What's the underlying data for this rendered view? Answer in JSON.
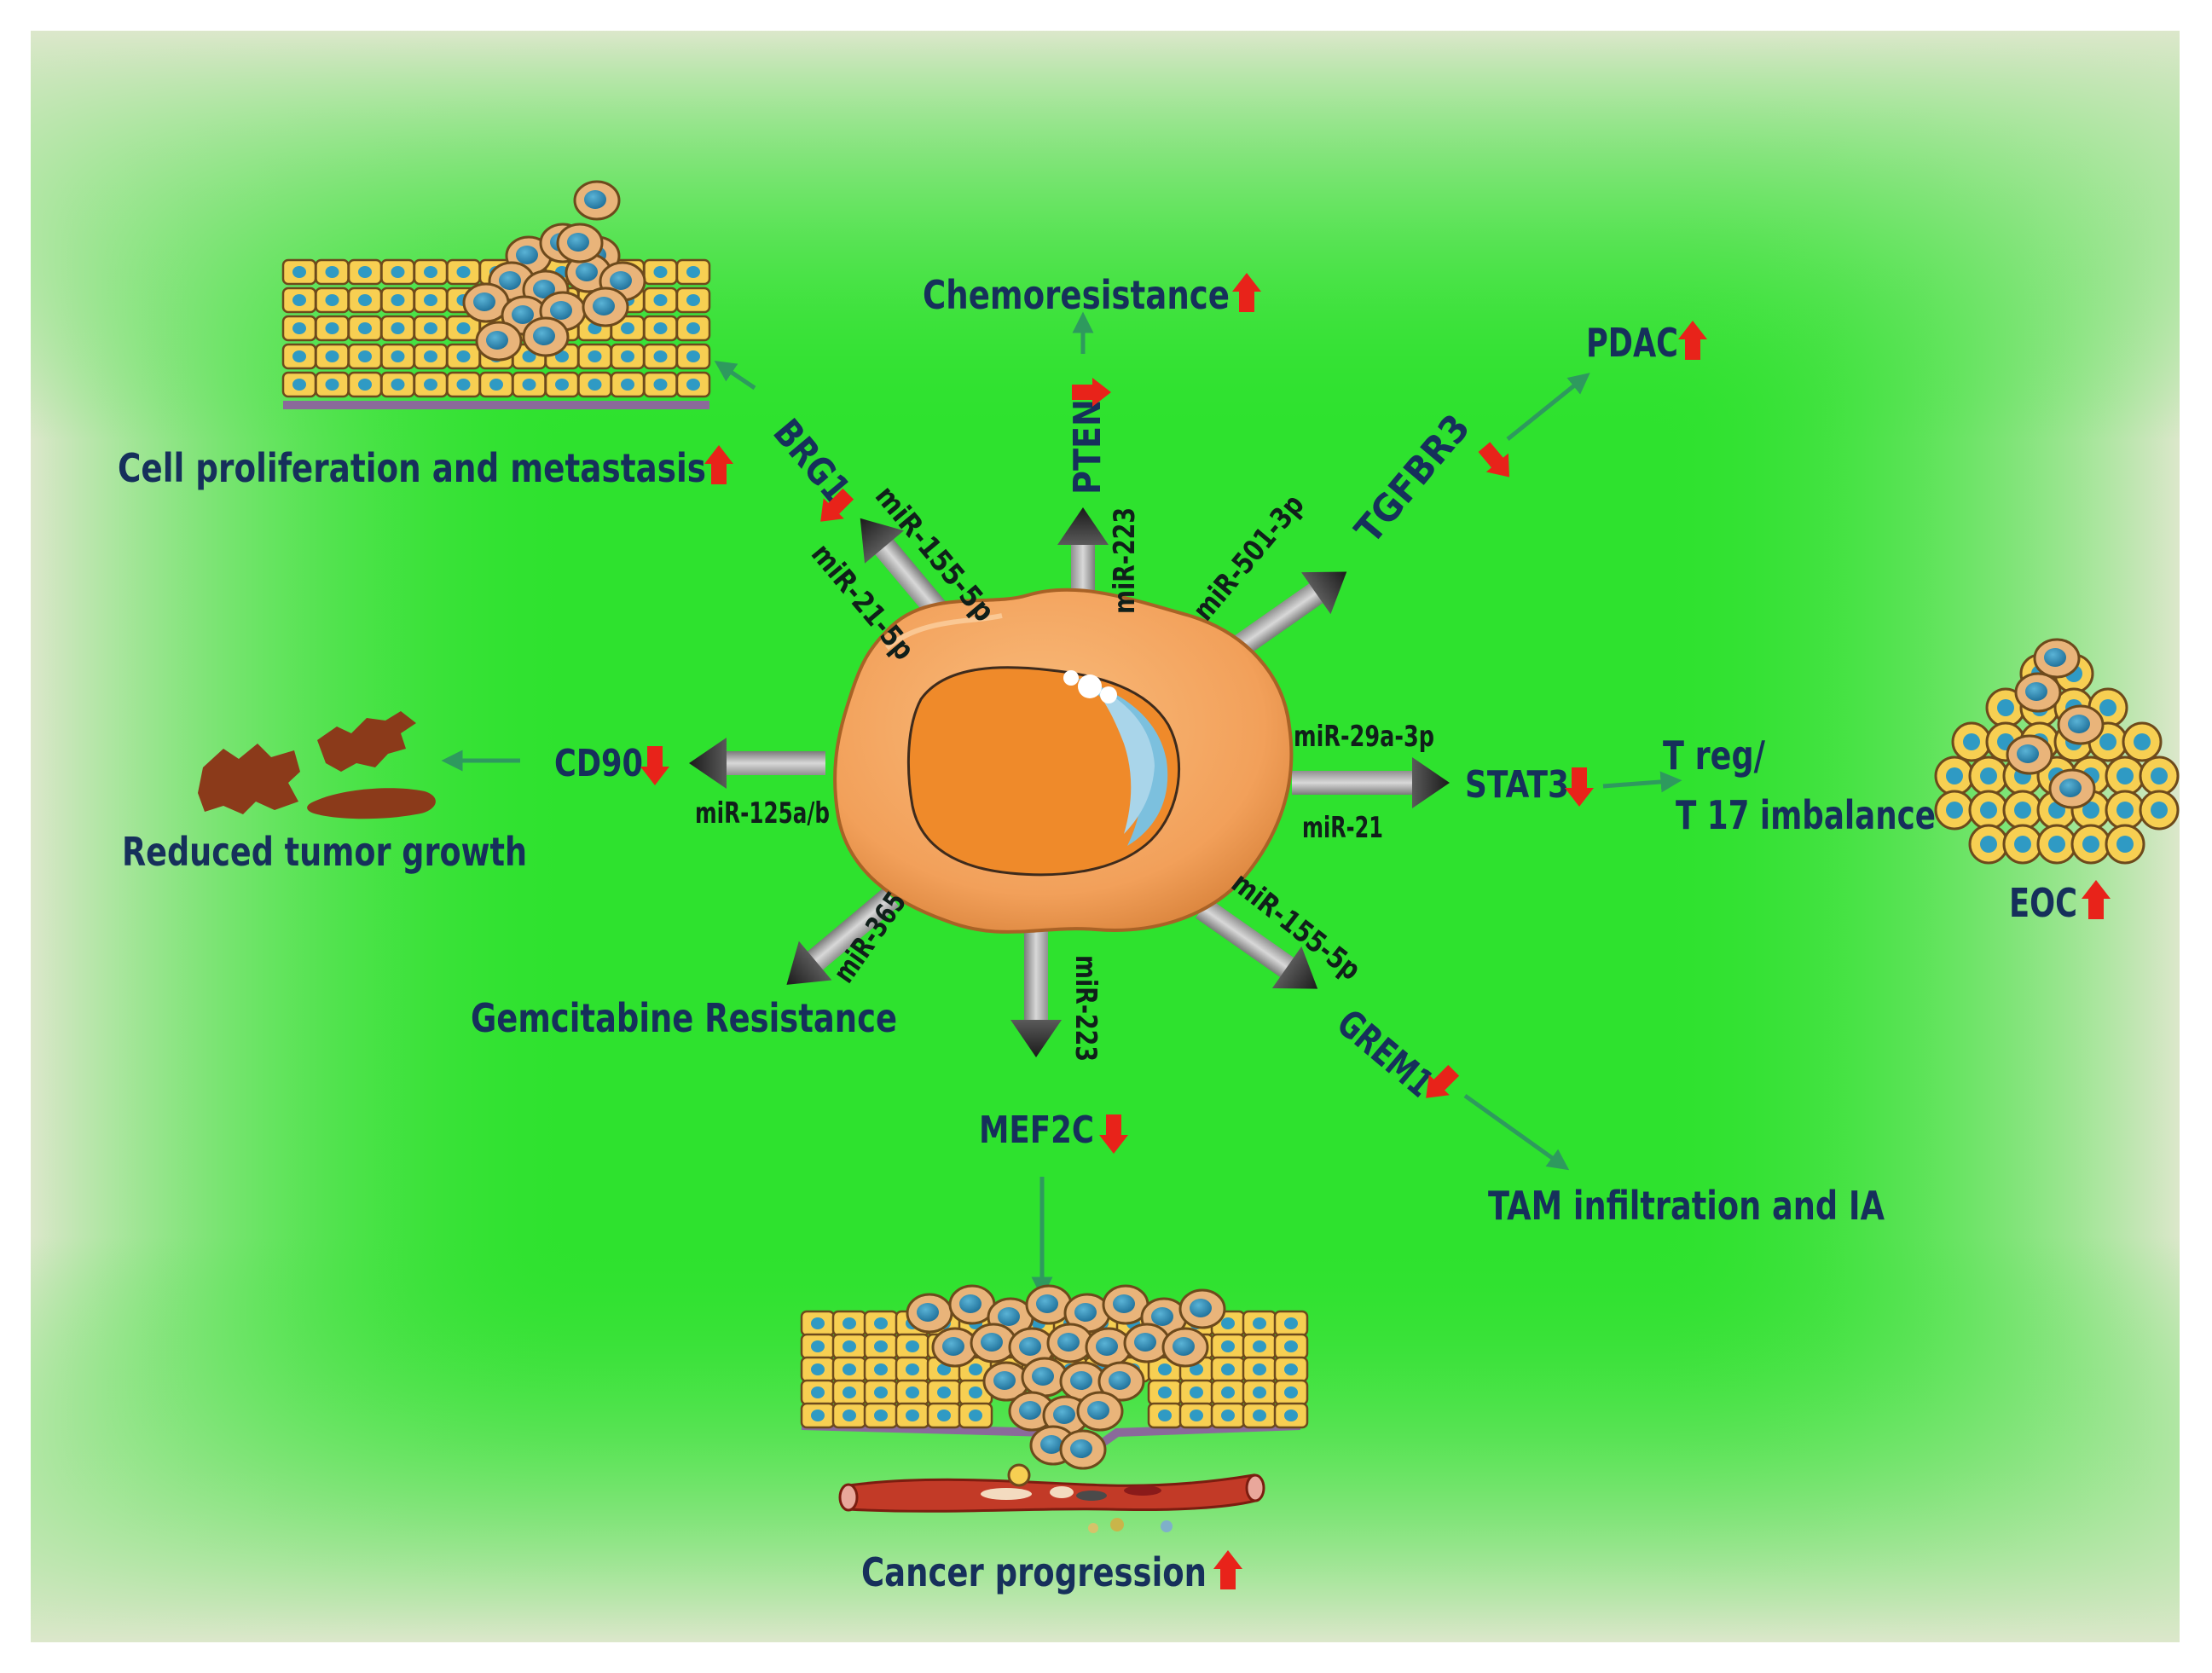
{
  "colors": {
    "text": "#16305b",
    "mirna_text": "#101f1a",
    "arrow_up": "#e8231a",
    "arrow_down": "#e8231a",
    "thin_arrow": "#2e9a5e",
    "background_core": "#2ce02c",
    "background_edge": "#dde8cd",
    "cell": "#f4a560",
    "nucleus": "#f0892c"
  },
  "center": {
    "icon": "tumor-cell-icon"
  },
  "targets": {
    "brg1": {
      "label": "BRG1",
      "change": "down"
    },
    "pten": {
      "label": "PTEN",
      "change": "right"
    },
    "tgfbr3": {
      "label": "TGFBR3",
      "change": "down"
    },
    "cd90": {
      "label": "CD90",
      "change": "down"
    },
    "stat3": {
      "label": "STAT3",
      "change": "down"
    },
    "mef2c": {
      "label": "MEF2C",
      "change": "down"
    },
    "grem1": {
      "label": "GREM1",
      "change": "down"
    }
  },
  "mirnas": {
    "brg1_a": "miR-155-5p",
    "brg1_b": "miR-21-5p",
    "pten": "miR-223",
    "tgfbr3": "miR-501-3p",
    "cd90": "miR-125a/b",
    "stat3_a": "miR-29a-3p",
    "stat3_b": "miR-21",
    "gemcitabine": "miR-365",
    "mef2c": "miR-223",
    "grem1": "miR-155-5p"
  },
  "outcomes": {
    "chemoresistance": "Chemoresistance",
    "pdac": "PDAC",
    "cell_proliferation": "Cell proliferation and metastasis",
    "reduced_growth": "Reduced tumor growth",
    "treg_line1": "T reg/",
    "treg_line2": "T 17 imbalance",
    "eoc": "EOC",
    "gemcitabine": "Gemcitabine Resistance",
    "tam": "TAM infiltration and IA",
    "cancer_progression": "Cancer progression"
  }
}
